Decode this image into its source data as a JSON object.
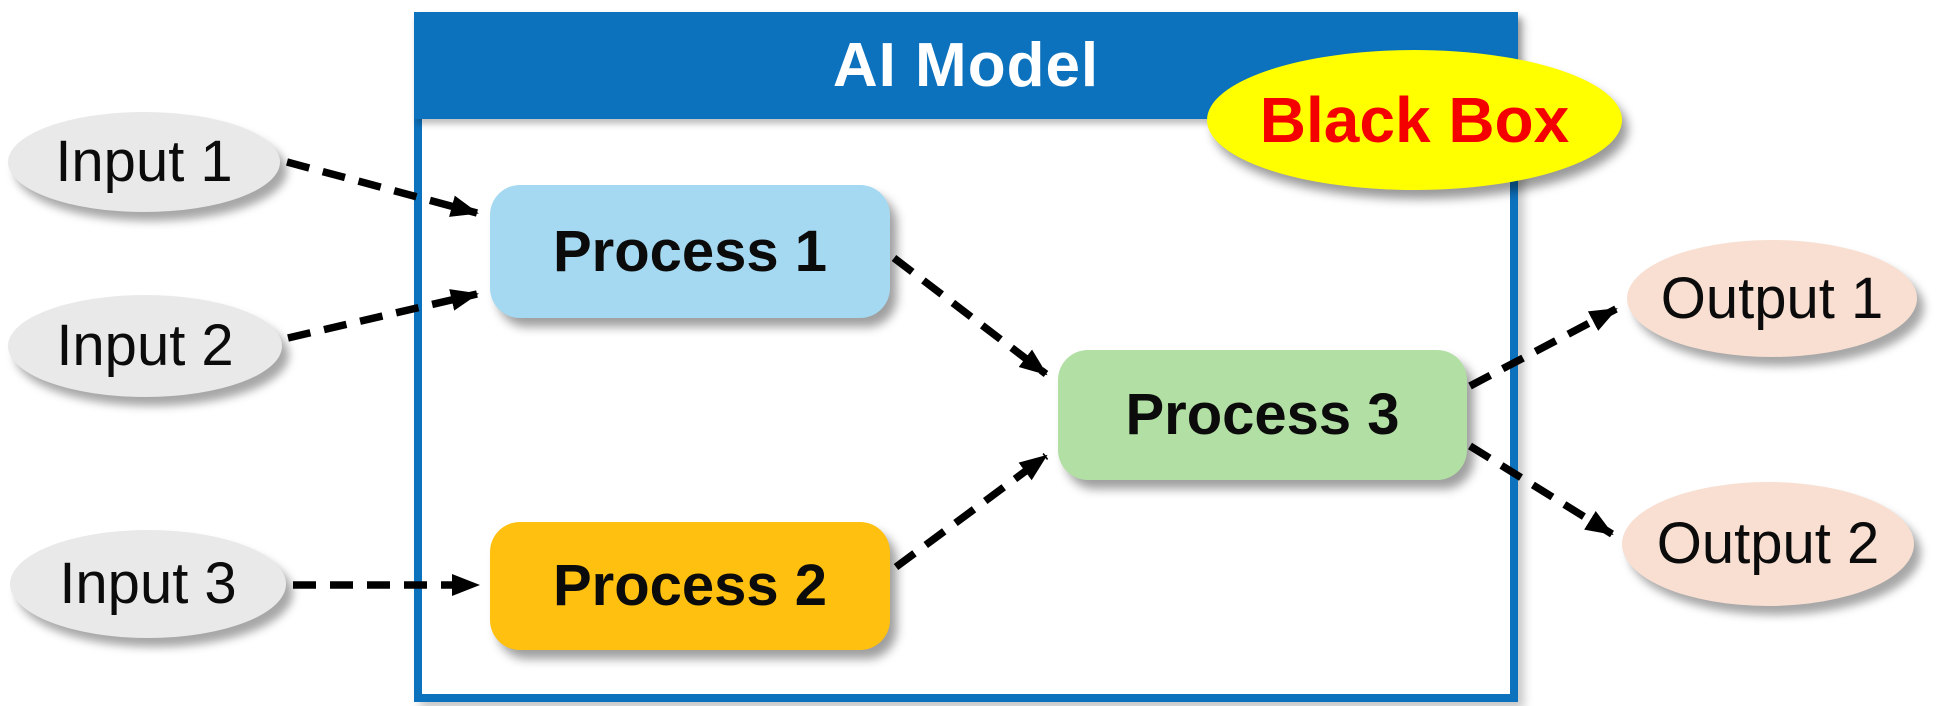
{
  "diagram": {
    "title": "AI Model",
    "badge": "Black Box",
    "nodes": {
      "inputs": [
        {
          "id": "input-1",
          "label": "Input 1"
        },
        {
          "id": "input-2",
          "label": "Input 2"
        },
        {
          "id": "input-3",
          "label": "Input 3"
        }
      ],
      "processes": [
        {
          "id": "process-1",
          "label": "Process 1"
        },
        {
          "id": "process-2",
          "label": "Process 2"
        },
        {
          "id": "process-3",
          "label": "Process 3"
        }
      ],
      "outputs": [
        {
          "id": "output-1",
          "label": "Output 1"
        },
        {
          "id": "output-2",
          "label": "Output 2"
        }
      ]
    },
    "edges": [
      {
        "from": "Input 1",
        "to": "Process 1",
        "style": "dashed-arrow"
      },
      {
        "from": "Input 2",
        "to": "Process 1",
        "style": "dashed-arrow"
      },
      {
        "from": "Input 3",
        "to": "Process 2",
        "style": "dashed-arrow"
      },
      {
        "from": "Process 1",
        "to": "Process 3",
        "style": "dashed-arrow"
      },
      {
        "from": "Process 2",
        "to": "Process 3",
        "style": "dashed-arrow"
      },
      {
        "from": "Process 3",
        "to": "Output 1",
        "style": "dashed-arrow"
      },
      {
        "from": "Process 3",
        "to": "Output 2",
        "style": "dashed-arrow"
      }
    ],
    "colors": {
      "header_blue": "#0d72bd",
      "border_blue": "#0d72bd",
      "title_text": "#ffffff",
      "badge_fill": "#ffff00",
      "badge_text": "#f40000",
      "process1_fill": "#a5d9f2",
      "process2_fill": "#ffc010",
      "process3_fill": "#b2e0a4",
      "input_fill": "#e9e9e9",
      "output_fill": "#f8dfd1",
      "arrow": "#000000",
      "node_text": "#0b0b0b"
    }
  }
}
